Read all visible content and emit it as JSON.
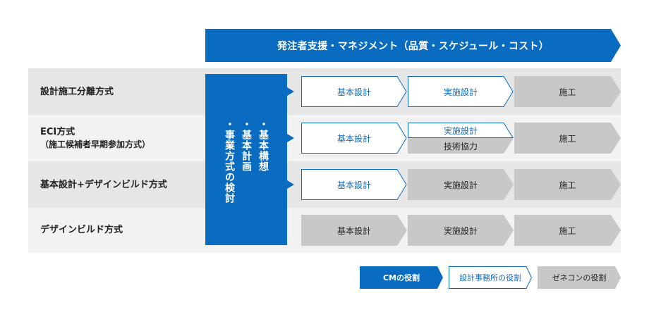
{
  "banner": {
    "label": "発注者支援・マネジメント（品質・スケジュール・コスト）"
  },
  "rows": [
    {
      "label": "設計施工分離方式",
      "sub": ""
    },
    {
      "label": "ECI方式",
      "sub": "（施工候補者早期参加方式）"
    },
    {
      "label": "基本設計+デザインビルド方式",
      "sub": ""
    },
    {
      "label": "デザインビルド方式",
      "sub": ""
    }
  ],
  "cm_column": {
    "items": [
      "・事業方式の検討",
      "・基本計画",
      "・基本構想"
    ]
  },
  "stages": {
    "basic_design": "基本設計",
    "detail_design": "実施設計",
    "construction": "施工",
    "tech_cooperation": "技術協力"
  },
  "legend": {
    "cm_role": "CMの役割",
    "designer_role": "設計事務所の役割",
    "contractor_role": "ゼネコンの役割"
  },
  "colors": {
    "cm_blue": "#0a6cc1",
    "designer_white": "#ffffff",
    "contractor_gray": "#c8c8c8"
  }
}
